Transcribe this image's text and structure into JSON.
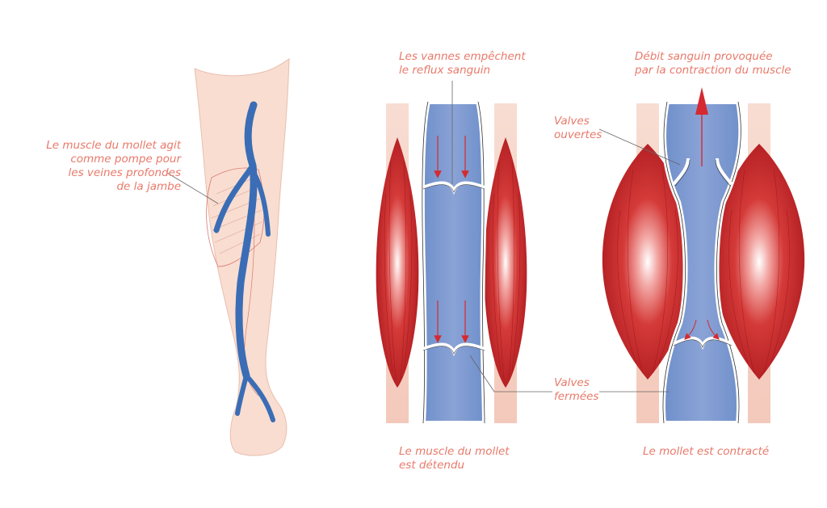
{
  "colors": {
    "label": "#e8796a",
    "skin": "#f9ddd0",
    "vein": "#3a6db5",
    "blood_channel": "#7b98d0",
    "muscle": "#c8232a",
    "arrow": "#d42a30"
  },
  "labels": {
    "calf_pump": {
      "line1": "Le muscle du mollet agit",
      "line2": "comme pompe pour",
      "line3": "les veines profondes",
      "line4": "de la jambe"
    },
    "valves_prevent": {
      "line1": "Les vannes empêchent",
      "line2": "le reflux sanguin"
    },
    "blood_flow": {
      "line1": "Débit sanguin provoquée",
      "line2": "par la contraction du muscle"
    },
    "valves_open": {
      "line1": "Valves",
      "line2": "ouvertes"
    },
    "valves_closed": {
      "line1": "Valves",
      "line2": "fermées"
    },
    "relaxed_caption": {
      "line1": "Le muscle du mollet",
      "line2": "est détendu"
    },
    "contracted_caption": {
      "line1": "Le mollet est contracté"
    }
  }
}
